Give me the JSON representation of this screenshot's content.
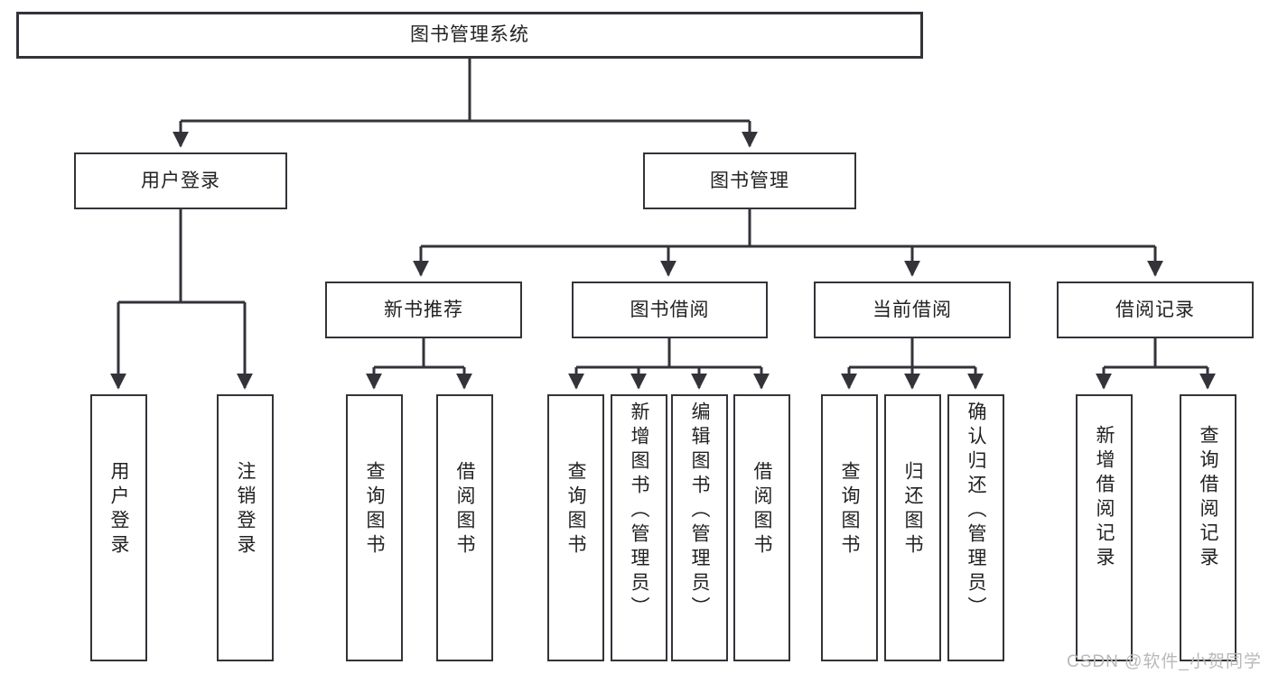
{
  "diagram": {
    "title": "图书管理系统",
    "type": "tree-hierarchy",
    "orientation": "top-down",
    "colors": {
      "box_border": "#33333a",
      "box_fill": "#ffffff",
      "connector": "#33333a",
      "text": "#222222",
      "watermark": "#b9b9b9"
    },
    "root": {
      "label": "图书管理系统"
    },
    "level2": [
      {
        "label": "用户登录"
      },
      {
        "label": "图书管理"
      }
    ],
    "level3": [
      {
        "label": "新书推荐"
      },
      {
        "label": "图书借阅"
      },
      {
        "label": "当前借阅"
      },
      {
        "label": "借阅记录"
      }
    ],
    "leaves": {
      "user_login": [
        {
          "label": "用户登录"
        },
        {
          "label": "注销登录"
        }
      ],
      "new_book": [
        {
          "label": "查询图书"
        },
        {
          "label": "借阅图书"
        }
      ],
      "book_borrow": [
        {
          "label": "查询图书"
        },
        {
          "label": "新增图书（管理员）"
        },
        {
          "label": "编辑图书（管理员）"
        },
        {
          "label": "借阅图书"
        }
      ],
      "current_borrow": [
        {
          "label": "查询图书"
        },
        {
          "label": "归还图书"
        },
        {
          "label": "确认归还（管理员）"
        }
      ],
      "borrow_record": [
        {
          "label": "新增借阅记录"
        },
        {
          "label": "查询借阅记录"
        }
      ]
    }
  },
  "watermark": {
    "text": "CSDN @软件_小贺同学"
  }
}
